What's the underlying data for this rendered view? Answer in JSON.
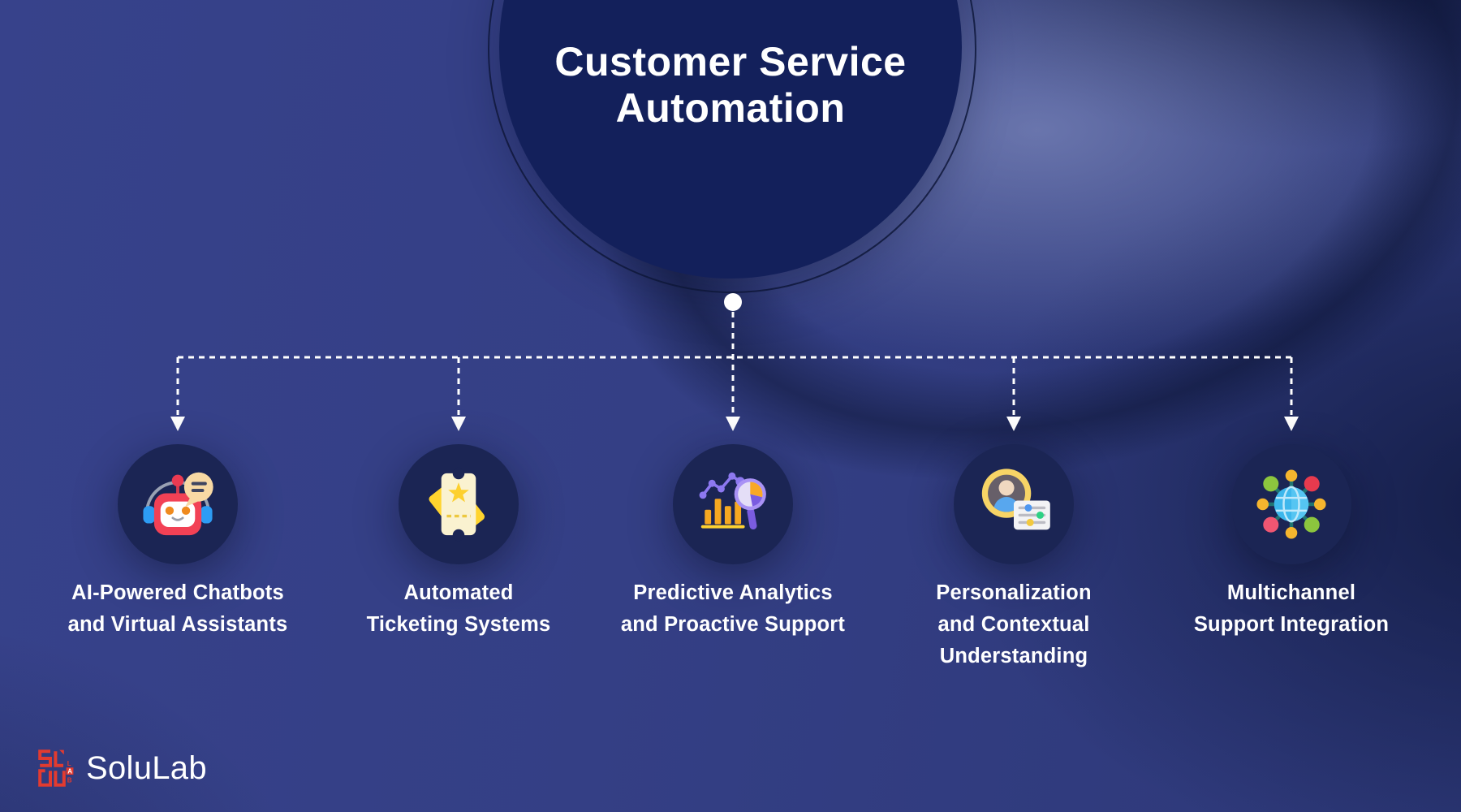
{
  "title": {
    "line1": "Customer Service",
    "line2": "Automation"
  },
  "branches": [
    {
      "icon": "chatbot-robot-icon",
      "label_lines": [
        "AI-Powered Chatbots",
        "and Virtual Assistants"
      ]
    },
    {
      "icon": "ticket-icon",
      "label_lines": [
        "Automated",
        "Ticketing Systems"
      ]
    },
    {
      "icon": "analytics-magnifier-icon",
      "label_lines": [
        "Predictive Analytics",
        "and Proactive Support"
      ]
    },
    {
      "icon": "user-profile-settings-icon",
      "label_lines": [
        "Personalization",
        "and Contextual",
        "Understanding"
      ]
    },
    {
      "icon": "globe-network-icon",
      "label_lines": [
        "Multichannel",
        "Support Integration"
      ]
    }
  ],
  "footer": {
    "brand": "SoluLab",
    "logo_icon": "solulab-red-mark-icon"
  },
  "colors": {
    "background": "#343f85",
    "title_circle_fill": "#13205b",
    "icon_circle_fill": "#1b2554",
    "connector": "#ffffff",
    "text": "#ffffff",
    "brand_red": "#e23b30"
  }
}
